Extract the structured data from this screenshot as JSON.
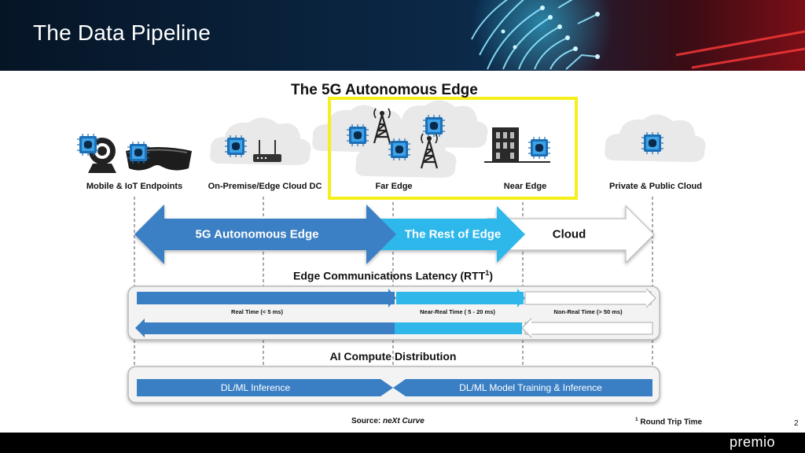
{
  "slide": {
    "title": "The Data Pipeline",
    "page_number": "2",
    "logo_text": "premio"
  },
  "diagram": {
    "title": "The 5G Autonomous Edge",
    "locations": [
      {
        "label": "Mobile & IoT Endpoints",
        "icons": [
          "webcam-icon",
          "vr-headset-icon",
          "ai-chip-icon"
        ]
      },
      {
        "label": "On-Premise/Edge Cloud DC",
        "icons": [
          "cloud-icon",
          "router-icon",
          "ai-chip-icon"
        ]
      },
      {
        "label": "Far Edge",
        "icons": [
          "cloud-icon",
          "cell-tower-icon",
          "ai-chip-icon"
        ]
      },
      {
        "label": "Near Edge",
        "icons": [
          "building-icon",
          "ai-chip-icon"
        ]
      },
      {
        "label": "Private & Public Cloud",
        "icons": [
          "cloud-icon",
          "ai-chip-icon"
        ]
      }
    ],
    "highlight_color": "#f5ef1a",
    "tiers": [
      {
        "label": "5G Autonomous Edge",
        "color": "#3a7fc4"
      },
      {
        "label": "The Rest of Edge",
        "color": "#2fb7ea"
      },
      {
        "label": "Cloud",
        "color": "#ffffff"
      }
    ],
    "latency": {
      "title": "Edge Communications Latency (RTT",
      "title_sup": "1",
      "title_close": ")",
      "labels": [
        "Real Time (< 5 ms)",
        "Near-Real Time ( 5 - 20 ms)",
        "Non-Real Time (> 50 ms)"
      ]
    },
    "ai_compute": {
      "title": "AI Compute Distribution",
      "labels": [
        "DL/ML Inference",
        "DL/ML Model Training & Inference"
      ]
    },
    "source_prefix": "Source: ",
    "source_name": "neXt Curve",
    "footnote": "Round Trip Time",
    "footnote_mark": "1"
  }
}
